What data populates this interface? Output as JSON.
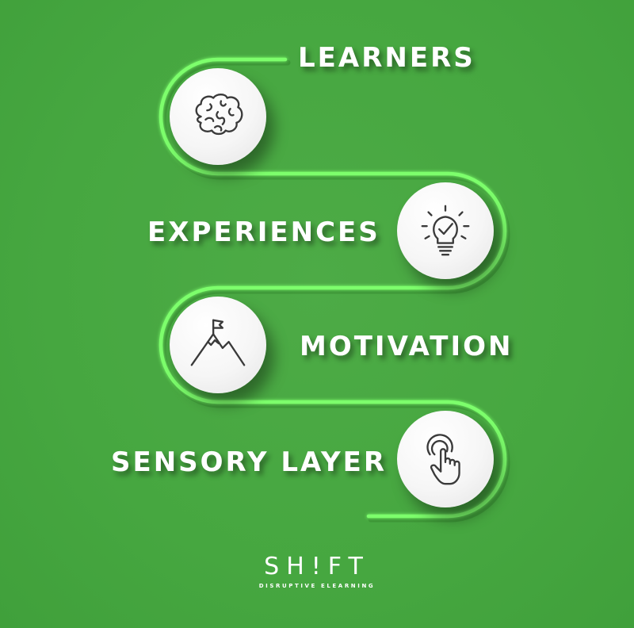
{
  "steps": [
    {
      "label": "LEARNERS",
      "icon": "brain-icon"
    },
    {
      "label": "EXPERIENCES",
      "icon": "lightbulb-check-icon"
    },
    {
      "label": "MOTIVATION",
      "icon": "mountain-flag-icon"
    },
    {
      "label": "SENSORY LAYER",
      "icon": "touch-hand-icon"
    }
  ],
  "logo": {
    "wordmark": "SH!FT",
    "tagline": "DISRUPTIVE ELEARNING"
  },
  "colors": {
    "background": "#46a740",
    "path": "#7dff6c",
    "text": "#ffffff"
  }
}
